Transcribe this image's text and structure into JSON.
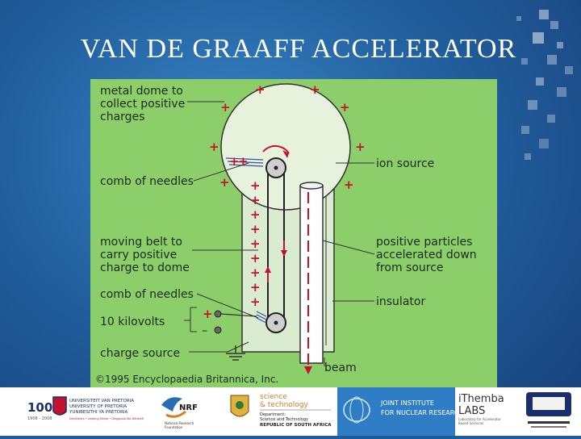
{
  "slide": {
    "title": "VAN DE GRAAFF ACCELERATOR"
  },
  "diagram": {
    "labels": {
      "dome": [
        "metal dome to",
        "collect positive",
        "charges"
      ],
      "comb_top": "comb of needles",
      "belt": [
        "moving belt to",
        "carry positive",
        "charge to dome"
      ],
      "comb_bottom": "comb of needles",
      "kilovolts": "10 kilovolts",
      "charge_source": "charge source",
      "ion_source": "ion source",
      "positive_particles": [
        "positive particles",
        "accelerated down",
        "from source"
      ],
      "insulator": "insulator",
      "beam": "beam",
      "copyright": "©1995 Encyclopaedia Britannica, Inc."
    },
    "plus_sign": "+",
    "minus_sign": "–",
    "colors": {
      "background": "#8ccf6a",
      "dome": "#e6f2dc",
      "plus": "#c8102e",
      "lines": "#333333"
    }
  },
  "footer": {
    "up_number": "100",
    "up_years": "1908 - 2008",
    "up_name": [
      "UNIVERSITEIT VAN PRETORIA",
      "UNIVERSITY OF PRETORIA",
      "YUNIBESITHI YA PRETORIA"
    ],
    "up_motto": "Denkleiers • Leading Minds • Dikgopolo tša Dihlalefi",
    "nrf": "NRF",
    "nrf_sub": [
      "National Research",
      "Foundation"
    ],
    "dst_title": [
      "science",
      "& technology"
    ],
    "dst_sub": [
      "Department:",
      "Science and Technology",
      "REPUBLIC OF SOUTH AFRICA"
    ],
    "jinr": [
      "JOINT INSTITUTE",
      "FOR NUCLEAR RESEARCH"
    ],
    "ithemba": [
      "iThemba",
      "LABS"
    ],
    "ithemba_sub": [
      "Laboratory for Accelerator",
      "Based Sciences"
    ]
  }
}
